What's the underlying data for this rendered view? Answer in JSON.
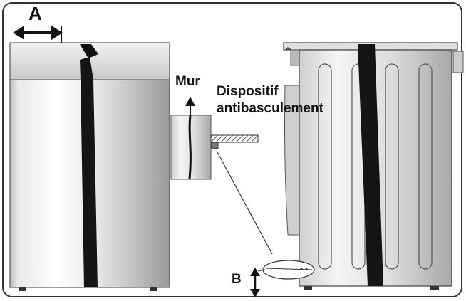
{
  "labels": {
    "clearance_a": "A",
    "wall": "Mur",
    "device_line1": "Dispositif",
    "device_line2": "antibasculement",
    "clearance_b": "B"
  }
}
